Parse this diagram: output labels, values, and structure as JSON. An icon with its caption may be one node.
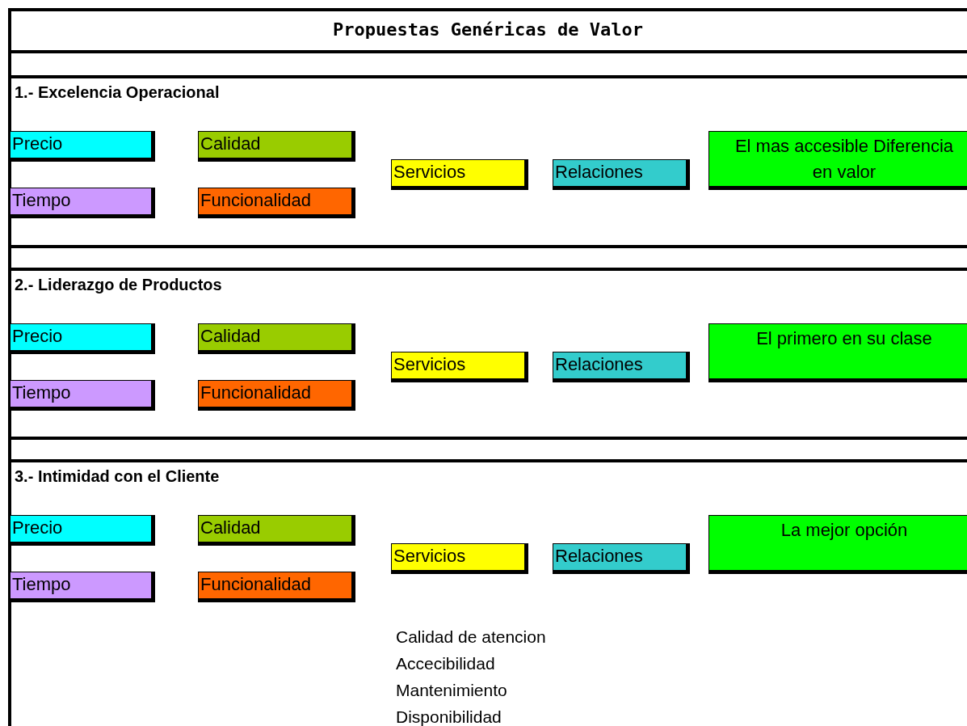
{
  "diagram": {
    "title": "Propuestas Genéricas de Valor",
    "nodes": [
      {
        "text": [
          "1.- Excelencia Operacional"
        ]
      },
      {
        "text": [
          "Precio"
        ],
        "in": 0
      },
      {
        "text": [
          "Calidad"
        ],
        "in": 0
      },
      {
        "text": [
          "Tiempo"
        ],
        "in": 0
      },
      {
        "text": [
          "Funcionalidad"
        ],
        "in": 0
      },
      {
        "text": [
          "Servicios"
        ],
        "in": 0
      },
      {
        "text": [
          "Relaciones"
        ],
        "in": 0
      },
      {
        "text": [
          "El mas accesible Diferencia en valor"
        ],
        "in": 0
      },
      {
        "text": [
          "2.- Liderazgo de Productos"
        ]
      },
      {
        "text": [
          "Precio"
        ],
        "in": 8
      },
      {
        "text": [
          "Calidad"
        ],
        "in": 8
      },
      {
        "text": [
          "Tiempo"
        ],
        "in": 8
      },
      {
        "text": [
          "Funcionalidad"
        ],
        "in": 8
      },
      {
        "text": [
          "Servicios"
        ],
        "in": 8
      },
      {
        "text": [
          "Relaciones"
        ],
        "in": 8
      },
      {
        "text": [
          "El primero en su clase"
        ],
        "in": 8
      },
      {
        "text": [
          "3.- Intimidad con el Cliente"
        ]
      },
      {
        "text": [
          "Precio"
        ],
        "in": 16
      },
      {
        "text": [
          "Calidad"
        ],
        "in": 16
      },
      {
        "text": [
          "Tiempo"
        ],
        "in": 16
      },
      {
        "text": [
          "Funcionalidad"
        ],
        "in": 16
      },
      {
        "text": [
          "Servicios"
        ],
        "in": 16
      },
      {
        "text": [
          "Relaciones"
        ],
        "in": 16
      },
      {
        "text": [
          "La mejor opción"
        ],
        "in": 16
      }
    ],
    "labels": [
      "Calidad de atencion",
      "Accecibilidad",
      "Mantenimiento",
      "Disponibilidad"
    ]
  }
}
